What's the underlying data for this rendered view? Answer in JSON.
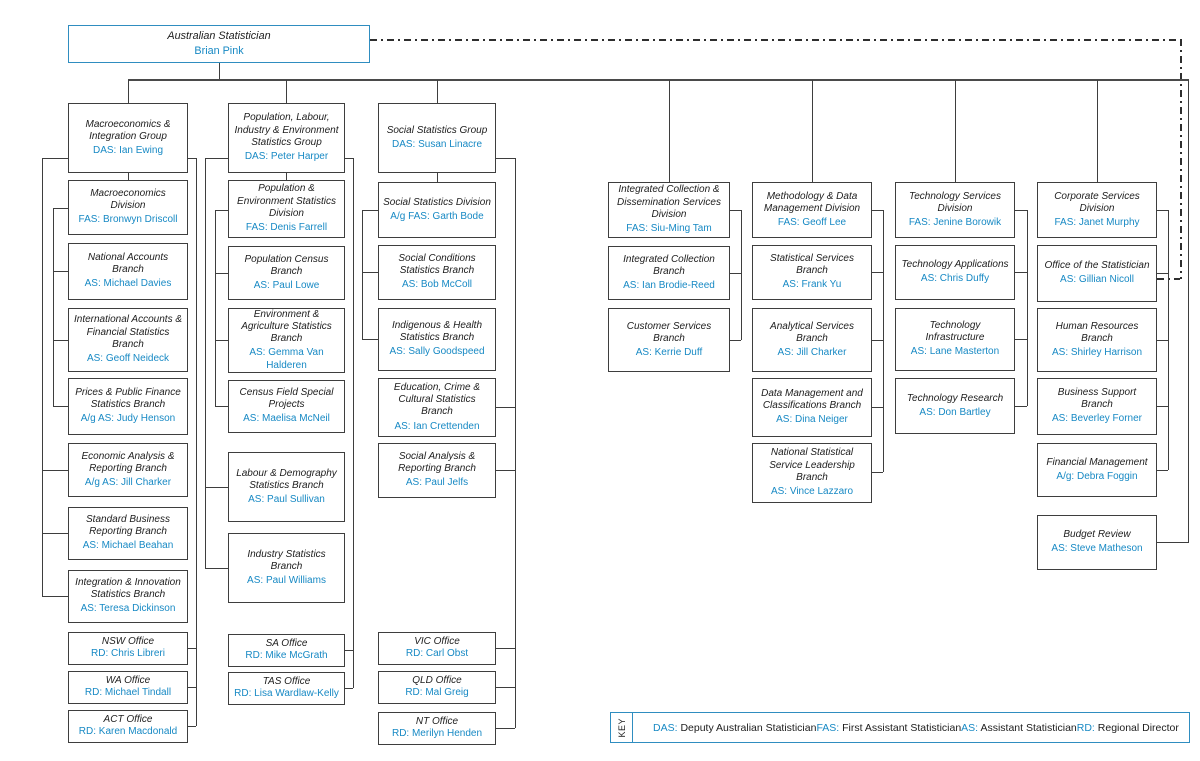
{
  "colors": {
    "accent_blue": "#1789c4",
    "box_border": "#3e3e3e",
    "blue_border": "#2f8dc0"
  },
  "root": {
    "title": "Australian Statistician",
    "name": "Brian Pink"
  },
  "columns": [
    {
      "boxes": [
        {
          "title": "Macroeconomics & Integration Group",
          "head": "DAS: Ian Ewing"
        },
        {
          "title": "Macroeconomics Division",
          "head": "FAS: Bronwyn Driscoll"
        },
        {
          "title": "National Accounts Branch",
          "head": "AS: Michael Davies"
        },
        {
          "title": "International Accounts & Financial Statistics Branch",
          "head": "AS: Geoff Neideck"
        },
        {
          "title": "Prices & Public Finance Statistics Branch",
          "head": "A/g AS: Judy Henson"
        },
        {
          "title": "Economic Analysis & Reporting Branch",
          "head": "A/g AS: Jill Charker"
        },
        {
          "title": "Standard Business Reporting Branch",
          "head": "AS: Michael Beahan"
        },
        {
          "title": "Integration & Innovation Statistics Branch",
          "head": "AS: Teresa Dickinson"
        },
        {
          "title": "NSW Office",
          "head": "RD: Chris Libreri"
        },
        {
          "title": "WA Office",
          "head": "RD: Michael Tindall"
        },
        {
          "title": "ACT Office",
          "head": "RD: Karen Macdonald"
        }
      ]
    },
    {
      "boxes": [
        {
          "title": "Population, Labour, Industry & Environment Statistics Group",
          "head": "DAS: Peter Harper"
        },
        {
          "title": "Population & Environment Statistics Division",
          "head": "FAS: Denis Farrell"
        },
        {
          "title": "Population Census Branch",
          "head": "AS: Paul Lowe"
        },
        {
          "title": "Environment & Agriculture Statistics Branch",
          "head": "AS: Gemma Van Halderen"
        },
        {
          "title": "Census Field Special Projects",
          "head": "AS: Maelisa McNeil"
        },
        {
          "title": "Labour & Demography Statistics Branch",
          "head": "AS: Paul Sullivan"
        },
        {
          "title": "Industry Statistics Branch",
          "head": "AS: Paul Williams"
        },
        {
          "title": "SA Office",
          "head": "RD: Mike McGrath"
        },
        {
          "title": "TAS Office",
          "head": "RD: Lisa Wardlaw-Kelly"
        }
      ]
    },
    {
      "boxes": [
        {
          "title": "Social Statistics Group",
          "head": "DAS: Susan Linacre"
        },
        {
          "title": "Social Statistics Division",
          "head": "A/g FAS: Garth Bode"
        },
        {
          "title": "Social Conditions Statistics Branch",
          "head": "AS: Bob McColl"
        },
        {
          "title": "Indigenous & Health Statistics Branch",
          "head": "AS: Sally Goodspeed"
        },
        {
          "title": "Education, Crime & Cultural Statistics Branch",
          "head": "AS: Ian Crettenden"
        },
        {
          "title": "Social Analysis & Reporting Branch",
          "head": "AS: Paul Jelfs"
        },
        {
          "title": "VIC Office",
          "head": "RD: Carl Obst"
        },
        {
          "title": "QLD Office",
          "head": "RD: Mal Greig"
        },
        {
          "title": "NT Office",
          "head": "RD: Merilyn Henden"
        }
      ]
    },
    {
      "boxes": [
        {
          "title": "Integrated Collection & Dissemination Services Division",
          "head": "FAS: Siu-Ming Tam"
        },
        {
          "title": "Integrated Collection Branch",
          "head": "AS: Ian Brodie-Reed"
        },
        {
          "title": "Customer Services Branch",
          "head": "AS: Kerrie Duff"
        }
      ]
    },
    {
      "boxes": [
        {
          "title": "Methodology & Data Management Division",
          "head": "FAS: Geoff Lee"
        },
        {
          "title": "Statistical Services Branch",
          "head": "AS: Frank Yu"
        },
        {
          "title": "Analytical Services Branch",
          "head": "AS: Jill Charker"
        },
        {
          "title": "Data Management and Classifications Branch",
          "head": "AS: Dina Neiger"
        },
        {
          "title": "National Statistical Service Leadership Branch",
          "head": "AS: Vince Lazzaro"
        }
      ]
    },
    {
      "boxes": [
        {
          "title": "Technology Services Division",
          "head": "FAS: Jenine Borowik"
        },
        {
          "title": "Technology Applications",
          "head": "AS: Chris Duffy"
        },
        {
          "title": "Technology Infrastructure",
          "head": "AS: Lane Masterton"
        },
        {
          "title": "Technology Research",
          "head": "AS: Don Bartley"
        }
      ]
    },
    {
      "boxes": [
        {
          "title": "Corporate Services Division",
          "head": "FAS: Janet Murphy"
        },
        {
          "title": "Office of the Statistician",
          "head": "AS: Gillian Nicoll"
        },
        {
          "title": "Human Resources Branch",
          "head": "AS: Shirley Harrison"
        },
        {
          "title": "Business Support Branch",
          "head": "AS: Beverley Forner"
        },
        {
          "title": "Financial Management",
          "head": "A/g: Debra Foggin"
        },
        {
          "title": "Budget Review",
          "head": "AS: Steve Matheson"
        }
      ]
    }
  ],
  "key": {
    "label": "KEY",
    "entries": [
      {
        "abbr": "DAS:",
        "text": "Deputy Australian Statistician"
      },
      {
        "abbr": "FAS:",
        "text": "First Assistant Statistician"
      },
      {
        "abbr": "AS:",
        "text": "Assistant Statistician"
      },
      {
        "abbr": "RD:",
        "text": "Regional Director"
      }
    ]
  }
}
